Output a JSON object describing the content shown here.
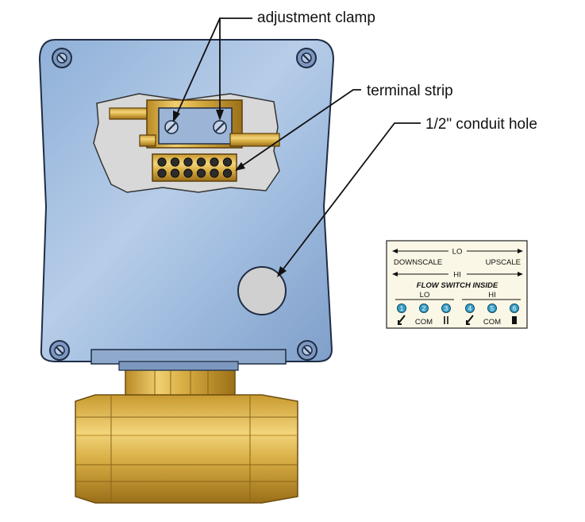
{
  "callouts": {
    "adjustment_clamp": "adjustment clamp",
    "terminal_strip": "terminal strip",
    "conduit_hole": "1/2\" conduit hole"
  },
  "wiring_label": {
    "lo": "LO",
    "hi": "HI",
    "downscale": "DOWNSCALE",
    "upscale": "UPSCALE",
    "title": "FLOW SWITCH INSIDE",
    "group_lo": "LO",
    "group_hi": "HI",
    "terminals": [
      {
        "num": "1",
        "tag": ""
      },
      {
        "num": "2",
        "tag": "COM"
      },
      {
        "num": "3",
        "tag": ""
      },
      {
        "num": "4",
        "tag": ""
      },
      {
        "num": "5",
        "tag": "COM"
      },
      {
        "num": "6",
        "tag": ""
      }
    ]
  },
  "colors": {
    "housing": "#9cb9dd",
    "brass": "#d9b24a",
    "terminal_dot": "#3aa0c8",
    "cutaway": "#d8d8d8"
  }
}
